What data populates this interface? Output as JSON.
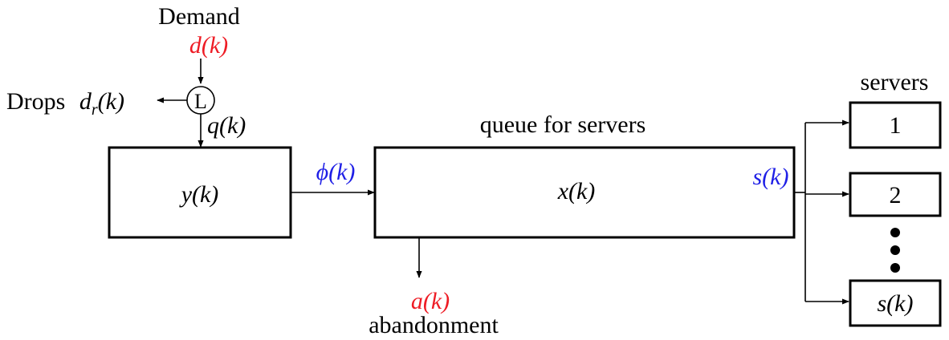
{
  "colors": {
    "input": "#ee1c25",
    "flow": "#1f1fe6",
    "stroke": "#000000"
  },
  "labels": {
    "demand": "Demand",
    "demand_var": "d(k)",
    "drops": "Drops",
    "drops_var_base": "d",
    "drops_var_sub": "r",
    "drops_var_arg": "(k)",
    "limiter": "L",
    "q_var": "q(k)",
    "y_box": "y(k)",
    "phi_var": "ϕ(k)",
    "queue_title": "queue for servers",
    "x_box": "x(k)",
    "s_var": "s(k)",
    "abandon_var": "a(k)",
    "abandonment": "abandonment",
    "servers_title": "servers",
    "server_1": "1",
    "server_2": "2",
    "server_last": "s(k)"
  }
}
